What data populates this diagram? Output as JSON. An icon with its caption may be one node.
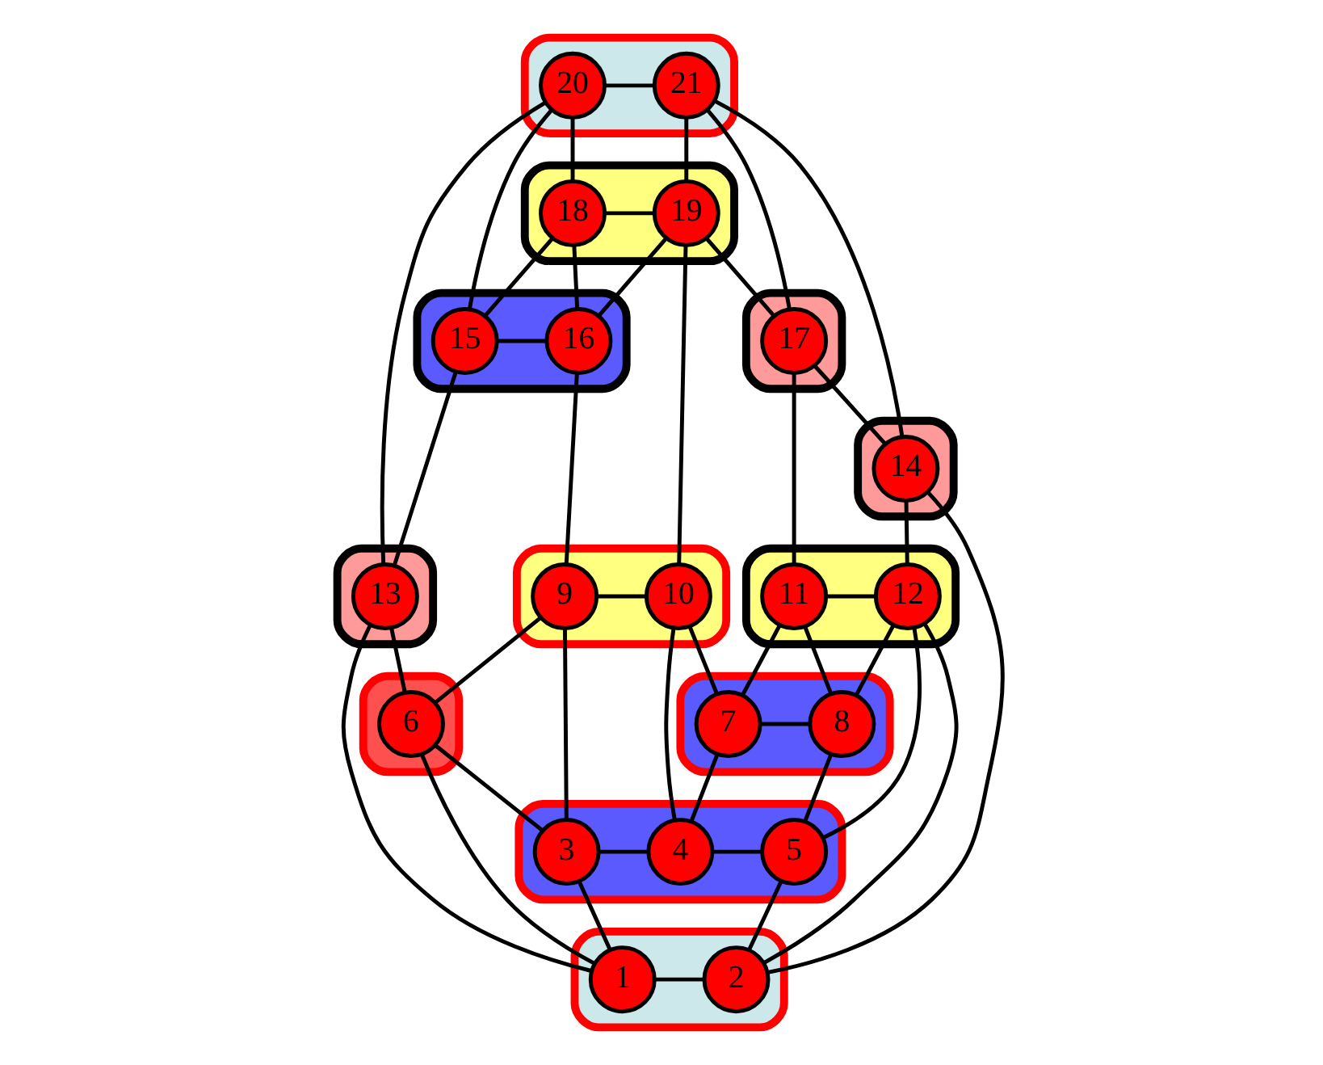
{
  "diagram": {
    "nodes": [
      {
        "text": [],
        "shape": "ellipse"
      },
      {
        "text": [
          "20"
        ],
        "in": 0
      },
      {
        "text": [
          "21"
        ],
        "in": 0
      },
      {
        "text": [],
        "shape": "ellipse"
      },
      {
        "text": [
          "18"
        ],
        "in": 3
      },
      {
        "text": [
          "19"
        ],
        "in": 3
      },
      {
        "text": [],
        "shape": "ellipse"
      },
      {
        "text": [
          "15"
        ],
        "in": 6
      },
      {
        "text": [
          "16"
        ],
        "in": 6
      },
      {
        "text": [],
        "shape": "ellipse"
      },
      {
        "text": [
          "17"
        ],
        "in": 9
      },
      {
        "text": [],
        "shape": "ellipse"
      },
      {
        "text": [
          "14"
        ],
        "in": 11
      },
      {
        "text": [],
        "shape": "ellipse"
      },
      {
        "text": [
          "13"
        ],
        "in": 13
      },
      {
        "text": [],
        "shape": "ellipse"
      },
      {
        "text": [
          "11"
        ],
        "in": 15
      },
      {
        "text": [
          "12"
        ],
        "in": 15
      },
      {
        "text": [],
        "shape": "ellipse"
      },
      {
        "text": [
          "10"
        ],
        "in": 18
      },
      {
        "text": [
          "9"
        ],
        "in": 18
      },
      {
        "text": [],
        "shape": "ellipse"
      },
      {
        "text": [
          "6"
        ],
        "in": 21
      },
      {
        "text": [],
        "shape": "ellipse"
      },
      {
        "text": [
          "7"
        ],
        "in": 23
      },
      {
        "text": [
          "8"
        ],
        "in": 23
      },
      {
        "text": [],
        "shape": "ellipse"
      },
      {
        "text": [
          "3"
        ],
        "in": 26
      },
      {
        "text": [
          "4"
        ],
        "in": 26
      },
      {
        "text": [
          "5"
        ],
        "in": 26
      },
      {
        "text": [],
        "shape": "ellipse"
      },
      {
        "text": [
          "1"
        ],
        "in": 30
      },
      {
        "text": [
          "2"
        ],
        "in": 30
      }
    ],
    "edges": [
      {
        "from": 1,
        "to": 2,
        "arrow": "none"
      },
      {
        "from": 1,
        "to": 4,
        "arrow": "none"
      },
      {
        "from": 1,
        "to": 7,
        "arrow": "none"
      },
      {
        "from": 1,
        "to": 14,
        "arrow": "none"
      },
      {
        "from": 2,
        "to": 5,
        "arrow": "none"
      },
      {
        "from": 2,
        "to": 10,
        "arrow": "none"
      },
      {
        "from": 2,
        "to": 12,
        "arrow": "none"
      },
      {
        "from": 4,
        "to": 5,
        "arrow": "none"
      },
      {
        "from": 4,
        "to": 7,
        "arrow": "none"
      },
      {
        "from": 4,
        "to": 8,
        "arrow": "none"
      },
      {
        "from": 5,
        "to": 8,
        "arrow": "none"
      },
      {
        "from": 5,
        "to": 19,
        "arrow": "none"
      },
      {
        "from": 5,
        "to": 10,
        "arrow": "none"
      },
      {
        "from": 7,
        "to": 14,
        "arrow": "none"
      },
      {
        "from": 7,
        "to": 8,
        "arrow": "none"
      },
      {
        "from": 8,
        "to": 20,
        "arrow": "none"
      },
      {
        "from": 14,
        "to": 22,
        "arrow": "none"
      },
      {
        "from": 14,
        "to": 31,
        "arrow": "none"
      },
      {
        "from": 10,
        "to": 12,
        "arrow": "none"
      },
      {
        "from": 10,
        "to": 16,
        "arrow": "none"
      },
      {
        "from": 12,
        "to": 17,
        "arrow": "none"
      },
      {
        "from": 12,
        "to": 32,
        "arrow": "none"
      },
      {
        "from": 16,
        "to": 17,
        "arrow": "none"
      },
      {
        "from": 16,
        "to": 24,
        "arrow": "none"
      },
      {
        "from": 16,
        "to": 25,
        "arrow": "none"
      },
      {
        "from": 17,
        "to": 25,
        "arrow": "none"
      },
      {
        "from": 17,
        "to": 29,
        "arrow": "none"
      },
      {
        "from": 17,
        "to": 32,
        "arrow": "none"
      },
      {
        "from": 19,
        "to": 20,
        "arrow": "none"
      },
      {
        "from": 19,
        "to": 24,
        "arrow": "none"
      },
      {
        "from": 19,
        "to": 28,
        "arrow": "none"
      },
      {
        "from": 20,
        "to": 22,
        "arrow": "none"
      },
      {
        "from": 20,
        "to": 27,
        "arrow": "none"
      },
      {
        "from": 22,
        "to": 31,
        "arrow": "none"
      },
      {
        "from": 22,
        "to": 27,
        "arrow": "none"
      },
      {
        "from": 24,
        "to": 25,
        "arrow": "none"
      },
      {
        "from": 24,
        "to": 28,
        "arrow": "none"
      },
      {
        "from": 25,
        "to": 29,
        "arrow": "none"
      },
      {
        "from": 27,
        "to": 31,
        "arrow": "none"
      },
      {
        "from": 27,
        "to": 28,
        "arrow": "none"
      },
      {
        "from": 28,
        "to": 29,
        "arrow": "none"
      },
      {
        "from": 29,
        "to": 32,
        "arrow": "none"
      },
      {
        "from": 31,
        "to": 32,
        "arrow": "none"
      }
    ]
  }
}
